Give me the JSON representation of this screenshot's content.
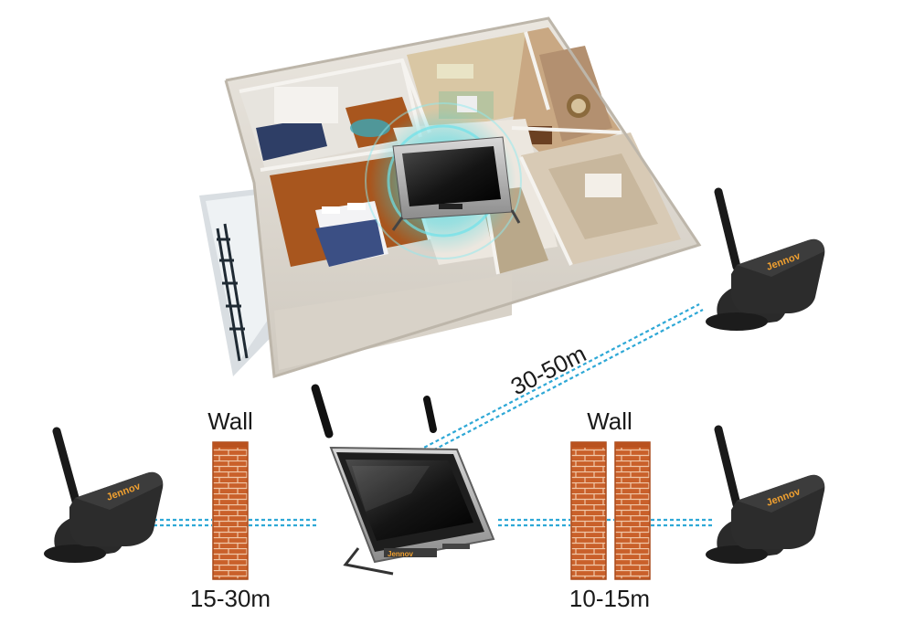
{
  "labels": {
    "wall_left": "Wall",
    "wall_right": "Wall",
    "distance_left": "15-30m",
    "distance_right": "10-15m",
    "distance_diagonal": "30-50m"
  },
  "brand": "Jennov",
  "nvr_brand_mark": "Jennov",
  "colors": {
    "signal_line": "#2ea8d6",
    "brick": "#c9602a",
    "brick_mortar": "#f0c7a8",
    "camera_body": "#2a2a2a",
    "floor_wood": "#a8561e",
    "wifi_glow": "#38d6e0"
  },
  "icons": [
    "wireless-camera-icon",
    "nvr-monitor-icon",
    "brick-wall-icon",
    "floor-plan-3d-icon"
  ]
}
